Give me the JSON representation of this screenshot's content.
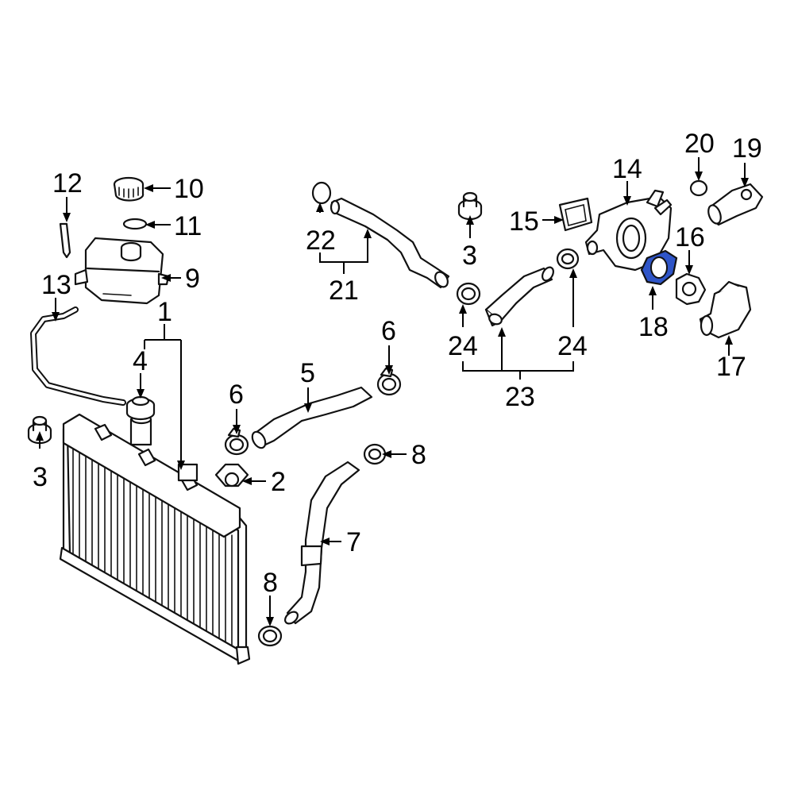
{
  "highlight_color": "#2f55c8",
  "callouts": {
    "c1": "1",
    "c2": "2",
    "c3a": "3",
    "c3b": "3",
    "c4": "4",
    "c5": "5",
    "c6a": "6",
    "c6b": "6",
    "c7": "7",
    "c8a": "8",
    "c8b": "8",
    "c9": "9",
    "c10": "10",
    "c11": "11",
    "c12": "12",
    "c13": "13",
    "c14": "14",
    "c15": "15",
    "c16": "16",
    "c17": "17",
    "c18": "18",
    "c19": "19",
    "c20": "20",
    "c21": "21",
    "c22": "22",
    "c23": "23",
    "c24a": "24",
    "c24b": "24"
  },
  "highlighted_part": "18"
}
